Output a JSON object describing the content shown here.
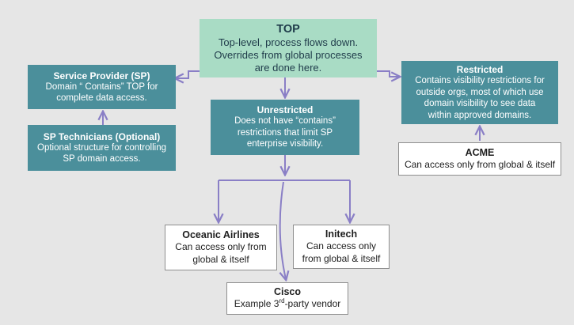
{
  "top": {
    "title": "TOP",
    "lines": [
      "Top-level, process flows down.",
      "Overrides from global processes",
      "are done here."
    ]
  },
  "service_provider": {
    "title": "Service Provider (SP)",
    "lines": [
      "Domain “ Contains” TOP for",
      "complete data access."
    ]
  },
  "sp_technicians": {
    "title": "SP Technicians (Optional)",
    "lines": [
      "Optional structure for controlling",
      "SP domain access."
    ]
  },
  "unrestricted": {
    "title": "Unrestricted",
    "lines": [
      "Does not have “contains”",
      "restrictions that limit SP",
      "enterprise visibility."
    ]
  },
  "restricted": {
    "title": "Restricted",
    "lines": [
      "Contains visibility restrictions for",
      "outside orgs, most of which use",
      "domain visibility to see data",
      "within approved domains."
    ]
  },
  "acme": {
    "title": "ACME",
    "lines": [
      "Can access only from global & itself"
    ]
  },
  "oceanic": {
    "title": "Oceanic Airlines",
    "lines": [
      "Can access only from",
      "global & itself"
    ]
  },
  "initech": {
    "title": "Initech",
    "lines": [
      "Can access only",
      "from global & itself"
    ]
  },
  "cisco": {
    "title": "Cisco",
    "line_pre": "Example 3",
    "line_sup": "rd",
    "line_post": "-party vendor"
  },
  "colors": {
    "teal": "#4b8f9b",
    "top_green": "#a9dcc5",
    "connector": "#8a7fc6",
    "background": "#e6e6e6"
  }
}
